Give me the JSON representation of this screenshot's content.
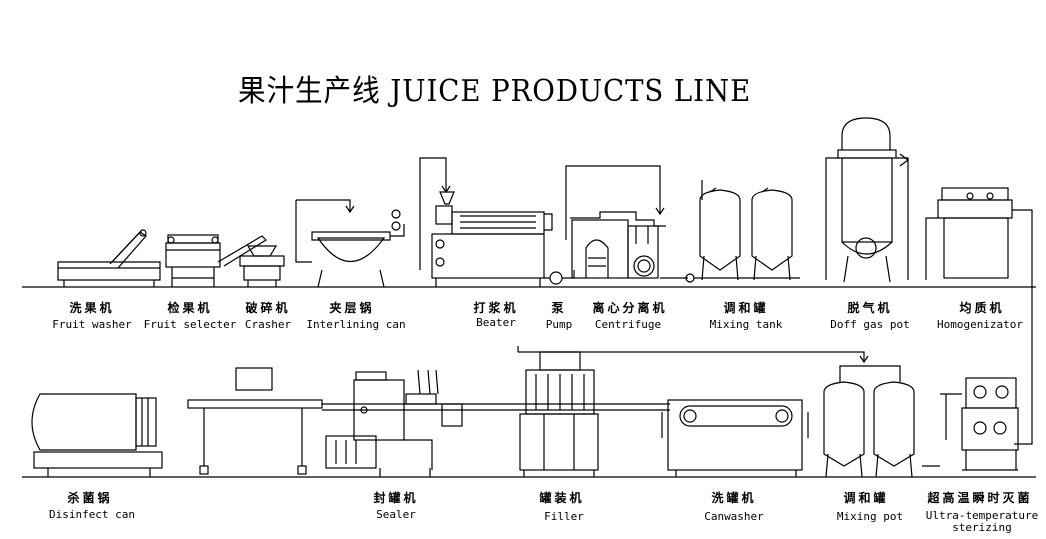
{
  "title": "果汁生产线 JUICE PRODUCTS LINE",
  "upper_line": [
    {
      "cn": "洗果机",
      "en": "Fruit washer"
    },
    {
      "cn": "检果机",
      "en": "Fruit selecter"
    },
    {
      "cn": "破碎机",
      "en": "Crasher"
    },
    {
      "cn": "夹层锅",
      "en": "Interlining can"
    },
    {
      "cn": "打浆机",
      "en": "Beater"
    },
    {
      "cn": "泵",
      "en": "Pump"
    },
    {
      "cn": "离心分离机",
      "en": "Centrifuge"
    },
    {
      "cn": "调和罐",
      "en": "Mixing tank"
    },
    {
      "cn": "脱气机",
      "en": "Doff gas pot"
    },
    {
      "cn": "均质机",
      "en": "Homogenizator"
    }
  ],
  "lower_line": [
    {
      "cn": "杀菌锅",
      "en": "Disinfect can"
    },
    {
      "cn": "封罐机",
      "en": "Sealer"
    },
    {
      "cn": "罐装机",
      "en": "Filler"
    },
    {
      "cn": "洗罐机",
      "en": "Canwasher"
    },
    {
      "cn": "调和罐",
      "en": "Mixing pot"
    },
    {
      "cn": "超高温瞬时灭菌",
      "en": "Ultra-temperature sterizing"
    }
  ]
}
